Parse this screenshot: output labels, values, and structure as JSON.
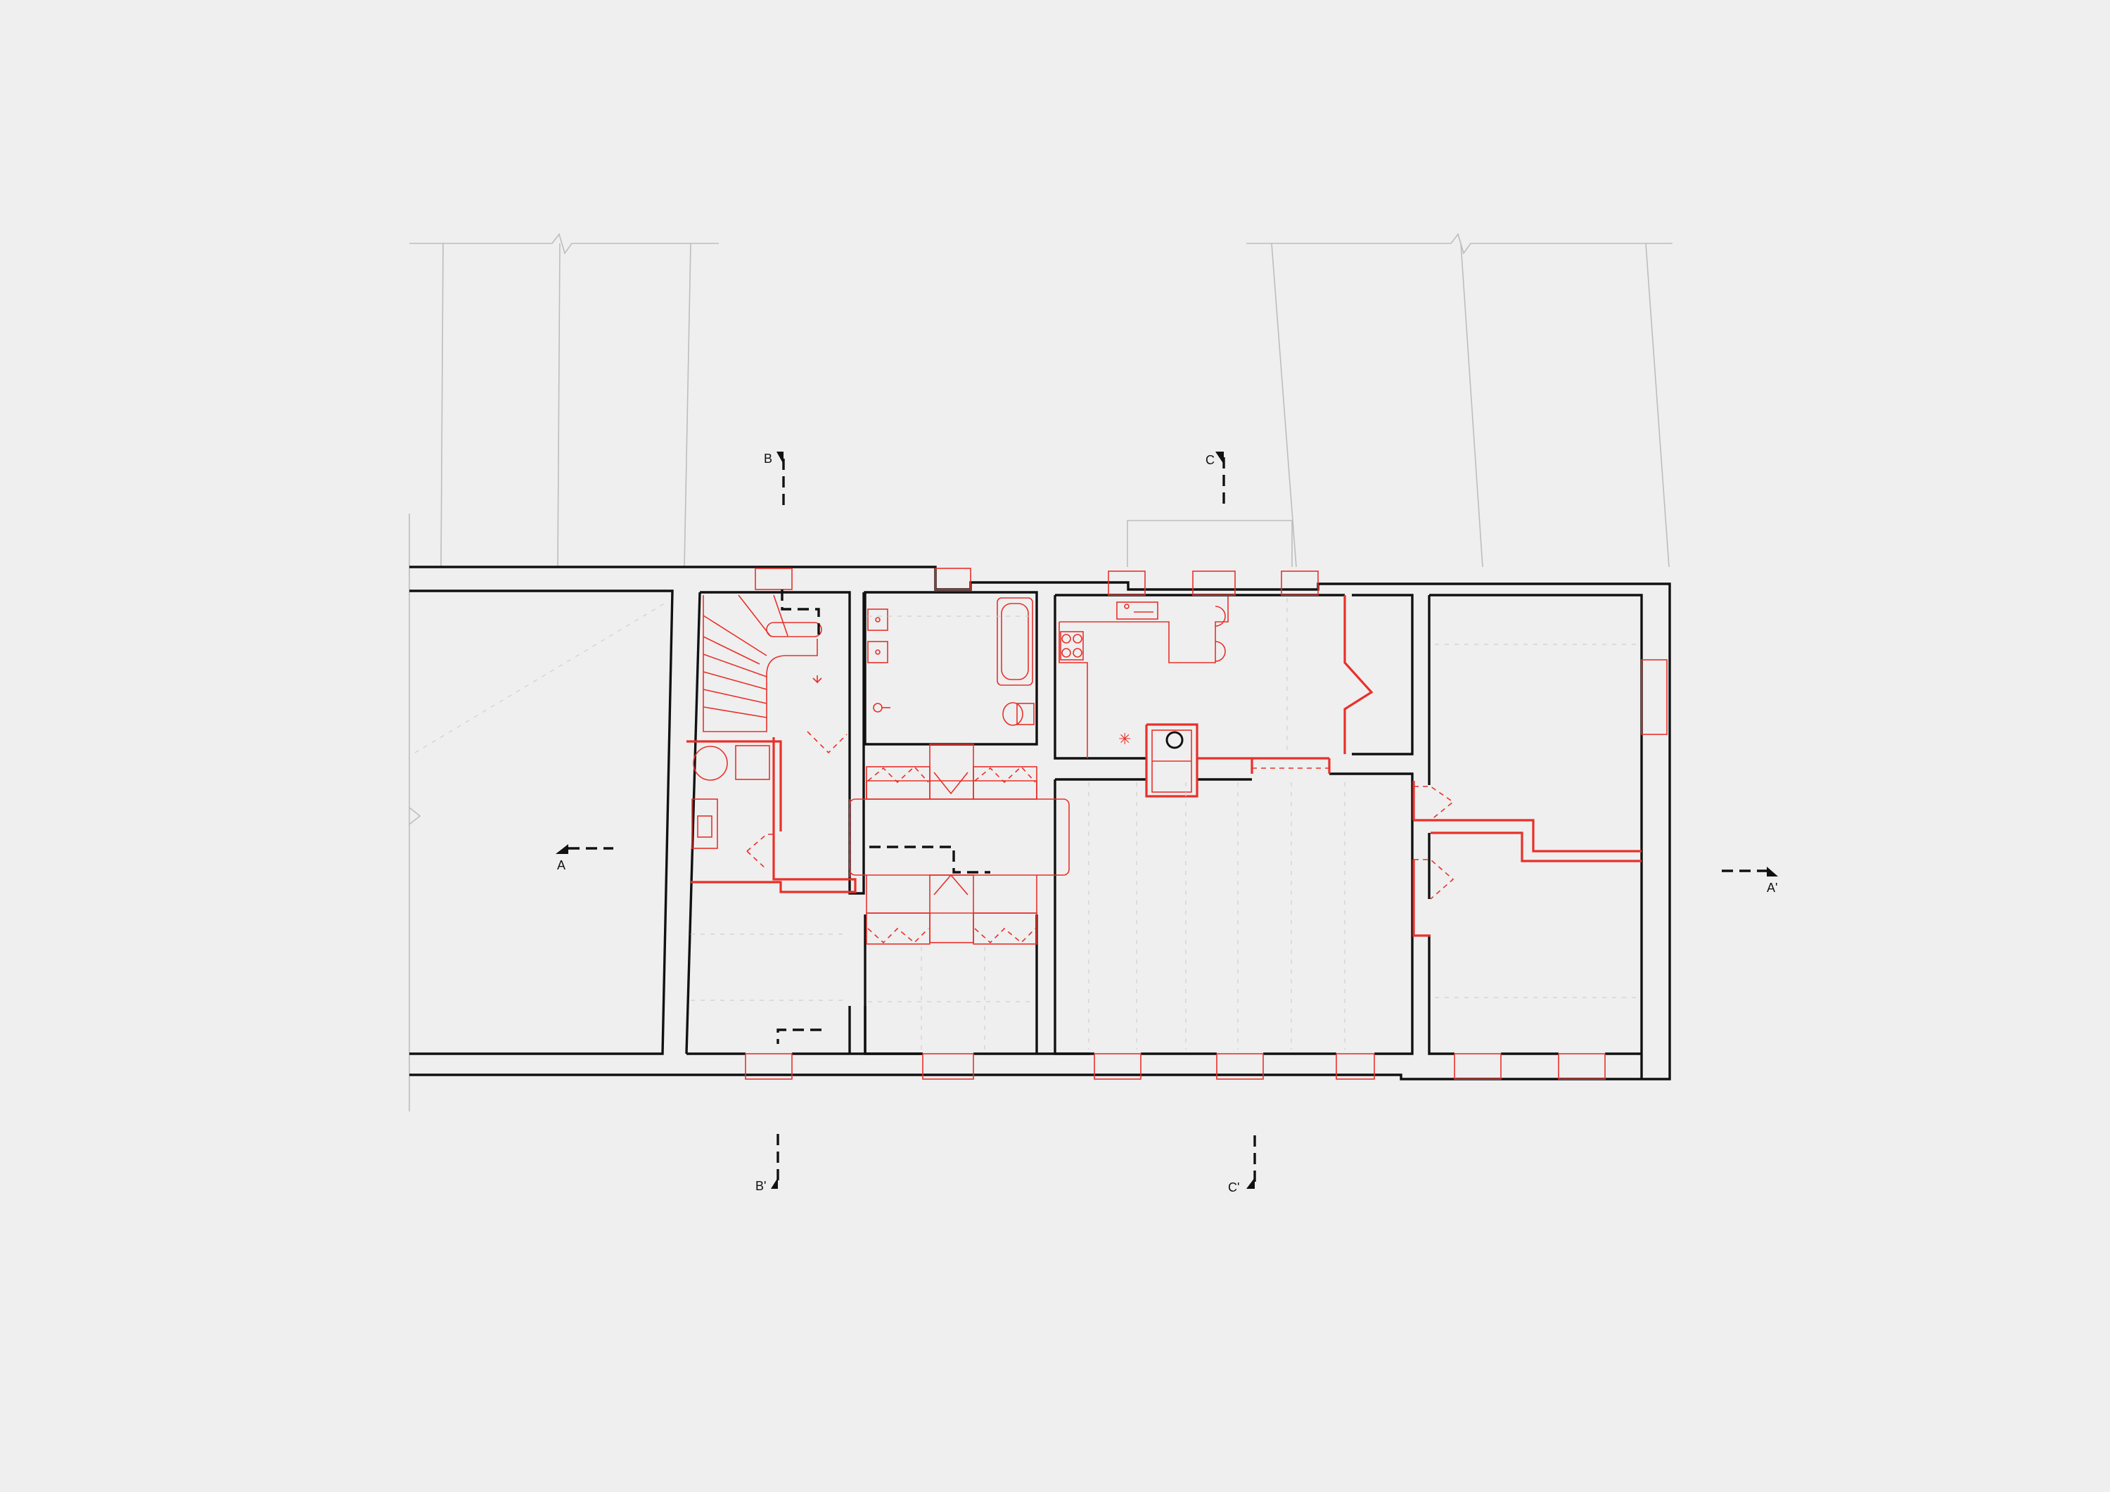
{
  "drawing": {
    "colors": {
      "background": "#efefef",
      "existing_walls": "#111111",
      "new_work": "#e8302a",
      "context": "#bdbdbd"
    },
    "section_markers": {
      "a_start": "A",
      "a_end": "A'",
      "b_start": "B",
      "b_end": "B'",
      "c_start": "C",
      "c_end": "C'"
    }
  }
}
